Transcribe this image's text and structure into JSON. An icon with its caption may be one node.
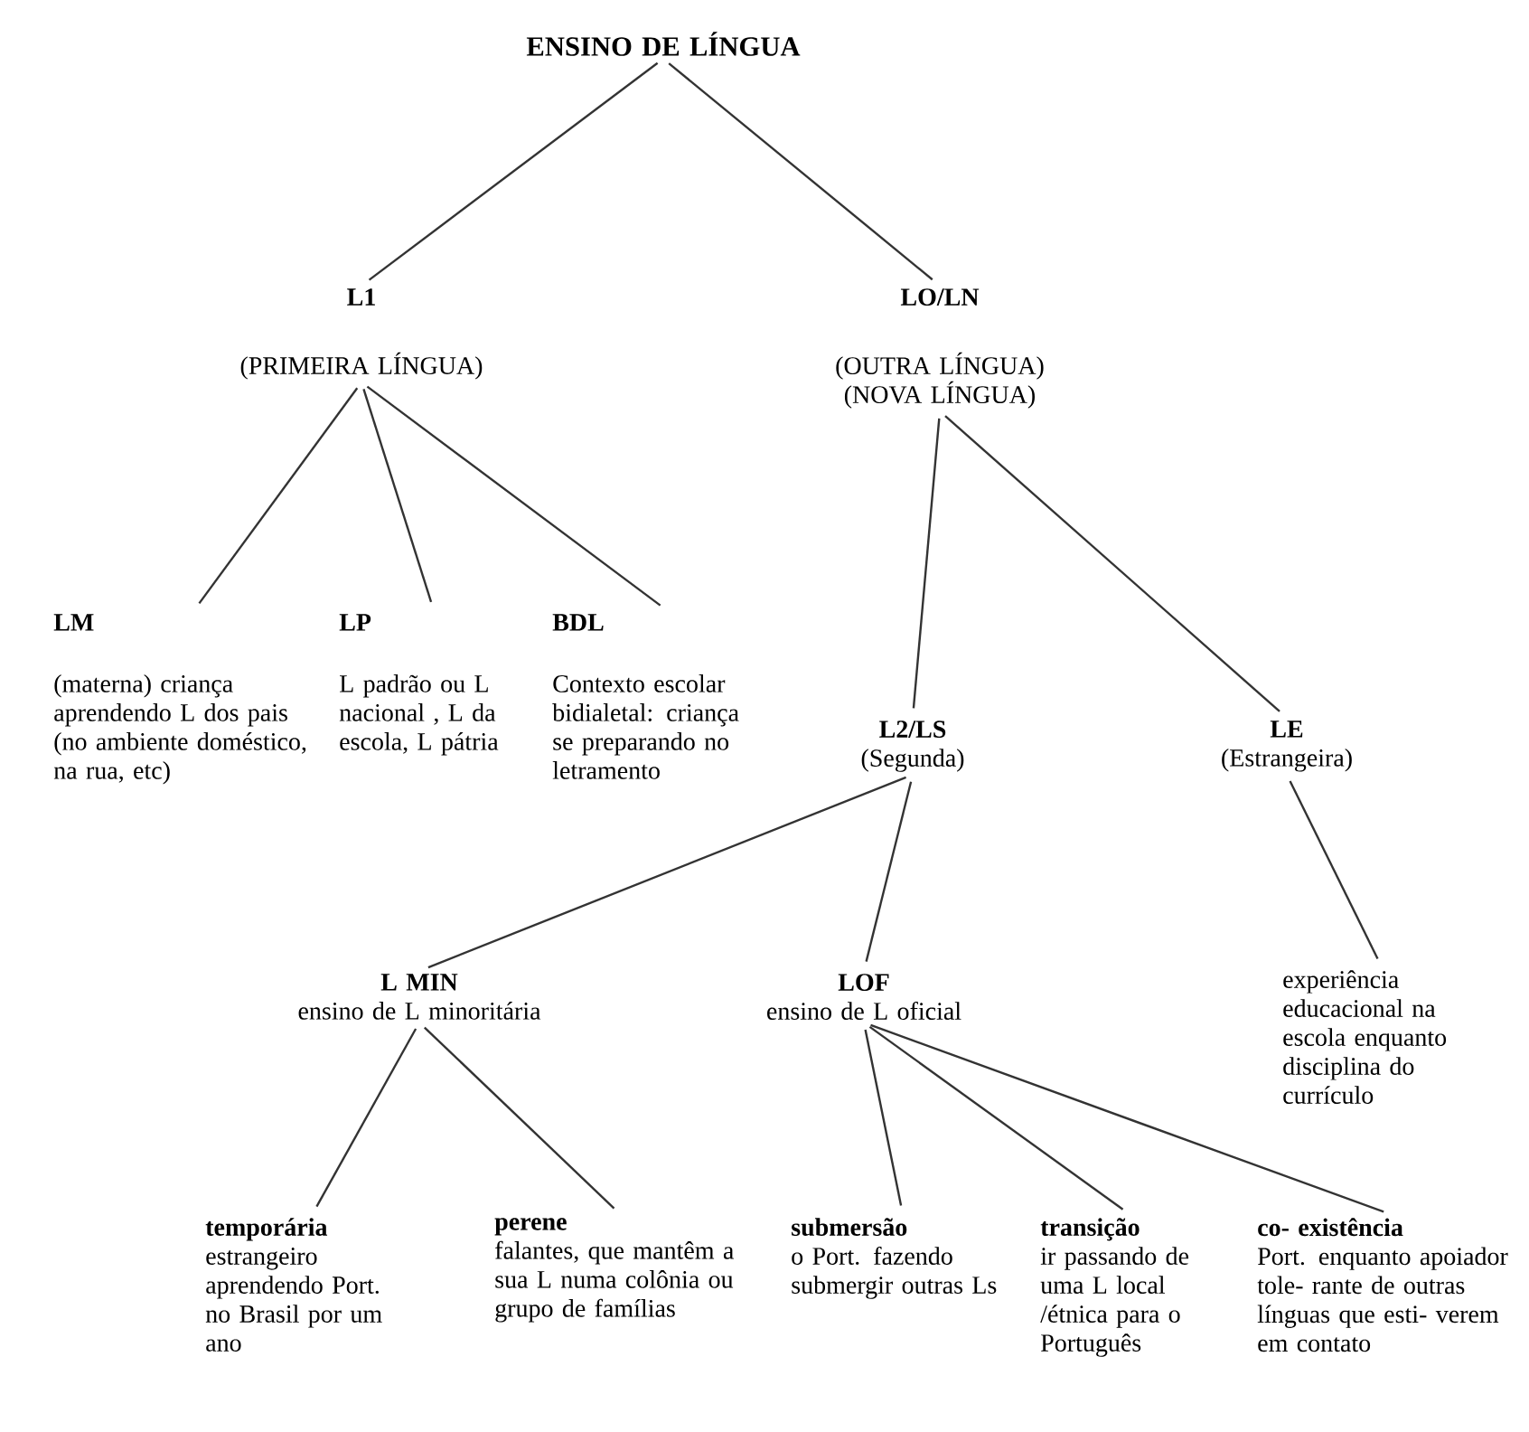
{
  "diagram": {
    "nodes": [
      {
        "text": [
          "ENSINO DE LÍNGUA"
        ]
      },
      {
        "text": [
          "L1",
          "(PRIMEIRA LÍNGUA)"
        ]
      },
      {
        "text": [
          "LO/LN",
          "(OUTRA LÍNGUA) (NOVA LÍNGUA)"
        ]
      },
      {
        "text": [
          "LM",
          "(materna) criança aprendendo L dos pais (no ambiente doméstico, na rua, etc)"
        ]
      },
      {
        "text": [
          "LP",
          "L padrão ou L nacional , L da escola, L pátria"
        ]
      },
      {
        "text": [
          "BDL",
          "Contexto escolar bidialetal: criança se preparando no letramento"
        ]
      },
      {
        "text": [
          "L2/LS",
          "(Segunda)"
        ]
      },
      {
        "text": [
          "LE",
          "(Estrangeira)"
        ]
      },
      {
        "text": [
          "experiência educacional na escola enquanto disciplina do currículo"
        ]
      },
      {
        "text": [
          "L MIN",
          "ensino de L minoritária"
        ]
      },
      {
        "text": [
          "LOF",
          "ensino de L oficial"
        ]
      },
      {
        "text": [
          "temporária",
          "estrangeiro aprendendo Port. no Brasil por um ano"
        ]
      },
      {
        "text": [
          "perene",
          "falantes, que mantêm a sua L numa colônia ou grupo de famílias"
        ]
      },
      {
        "text": [
          "submersão",
          "o Port. fazendo submergir outras Ls"
        ]
      },
      {
        "text": [
          "transição",
          "ir passando de uma L local /étnica para o Português"
        ]
      },
      {
        "text": [
          "co- existência",
          "Port. enquanto apoiador tole- rante de outras línguas que esti- verem em contato"
        ]
      }
    ],
    "edges": [
      {
        "from": 0,
        "to": 1,
        "arrow": "none"
      },
      {
        "from": 0,
        "to": 2,
        "arrow": "none"
      },
      {
        "from": 1,
        "to": 3,
        "arrow": "none"
      },
      {
        "from": 1,
        "to": 4,
        "arrow": "none"
      },
      {
        "from": 1,
        "to": 5,
        "arrow": "none"
      },
      {
        "from": 2,
        "to": 6,
        "arrow": "none"
      },
      {
        "from": 2,
        "to": 7,
        "arrow": "none"
      },
      {
        "from": 6,
        "to": 9,
        "arrow": "none"
      },
      {
        "from": 6,
        "to": 10,
        "arrow": "none"
      },
      {
        "from": 7,
        "to": 8,
        "arrow": "none"
      },
      {
        "from": 9,
        "to": 11,
        "arrow": "none"
      },
      {
        "from": 9,
        "to": 12,
        "arrow": "none"
      },
      {
        "from": 10,
        "to": 13,
        "arrow": "none"
      },
      {
        "from": 10,
        "to": 14,
        "arrow": "none"
      },
      {
        "from": 10,
        "to": 15,
        "arrow": "none"
      }
    ]
  }
}
